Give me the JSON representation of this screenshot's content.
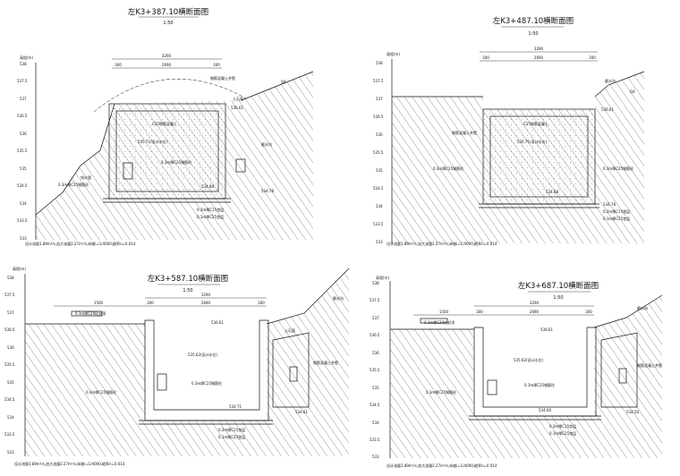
{
  "panels": [
    {
      "title": "左K3+387.10横断面图",
      "scale": "1:50",
      "elev_label": "高程(m)",
      "elev_ticks": [
        "538",
        "537.5",
        "537",
        "536.5",
        "536",
        "535.5",
        "535",
        "534.5",
        "534",
        "533.5",
        "533"
      ],
      "dims": {
        "total": "3290",
        "left": "300",
        "mid": "2690",
        "right": "300"
      },
      "callouts": [
        "Q4",
        "C25钢筋混凝土",
        "钢筋混凝土井壁",
        "土石面",
        "截水沟",
        "排水管",
        "0.3m厚C25钢筋砼",
        "0.3m厚C25钢筋砼",
        "0.2m厚C15垫层",
        "0.1m厚C25垫层"
      ],
      "elev_marks": [
        "536.61",
        "535.71(设计水位)",
        "534.88",
        "534.78"
      ],
      "footer": "设计流量1.89m³/s,加大流量2.27m³/s,纵坡i=1/4000,糙率n=0.014"
    },
    {
      "title": "左K3+487.10横断面图",
      "scale": "1:50",
      "elev_label": "高程(m)",
      "elev_ticks": [
        "538",
        "537.5",
        "537",
        "536.5",
        "536",
        "535.5",
        "535",
        "534.5",
        "534",
        "533.5",
        "533"
      ],
      "dims": {
        "total": "3290",
        "left": "300",
        "mid": "2690",
        "right": "300"
      },
      "callouts": [
        "Q4",
        "C25钢筋混凝土",
        "钢筋混凝土井壁",
        "截水沟",
        "0.3m厚C25钢筋砼",
        "0.3m厚C25钢筋砼",
        "0.2m厚C15垫层",
        "0.1m厚C25垫层"
      ],
      "elev_marks": [
        "536.61",
        "535.71(设计水位)",
        "534.88",
        "534.78"
      ],
      "footer": "设计流量1.89m³/s,加大流量2.27m³/s,纵坡i=1/4000,糙率n=0.014"
    },
    {
      "title": "左K3+587.10横断面图",
      "scale": "1:50",
      "elev_label": "高程(m)",
      "elev_ticks": [
        "538",
        "537.5",
        "537",
        "536.5",
        "536",
        "535.5",
        "535",
        "534.5",
        "534",
        "533.5",
        "533"
      ],
      "dims": {
        "total": "3290",
        "left": "300",
        "mid": "2690",
        "right": "300",
        "berm": "1500"
      },
      "callouts": [
        "0.1m厚C20砼封顶",
        "土石面",
        "截水沟",
        "钢筋混凝土井壁",
        "0.3m厚C25钢筋砼",
        "0.3m厚C25钢筋砼",
        "0.2m厚C15垫层",
        "0.1m厚C25垫层"
      ],
      "elev_marks": [
        "536.61",
        "535.62(设计水位)",
        "534.71",
        "534.61"
      ],
      "footer": "设计流量1.89m³/s,加大流量2.27m³/s,纵坡i=1/4000,糙率n=0.014"
    },
    {
      "title": "左K3+687.10横断面图",
      "scale": "1:50",
      "elev_label": "高程(m)",
      "elev_ticks": [
        "538",
        "537.5",
        "537",
        "536.5",
        "536",
        "535.5",
        "535",
        "534.5",
        "534",
        "533.5",
        "533"
      ],
      "dims": {
        "total": "3290",
        "left": "300",
        "mid": "2690",
        "right": "300",
        "berm": "1500"
      },
      "callouts": [
        "0.1m厚C20砼封顶",
        "截水沟",
        "钢筋混凝土井壁",
        "0.3m厚C25钢筋砼",
        "0.3m厚C25钢筋砼",
        "0.2m厚C15垫层",
        "0.1m厚C25垫层"
      ],
      "elev_marks": [
        "536.61",
        "535.62(设计水位)",
        "534.66",
        "534.56"
      ],
      "footer": "设计流量1.89m³/s,加大流量2.27m³/s,纵坡i=1/4000,糙率n=0.014"
    }
  ]
}
